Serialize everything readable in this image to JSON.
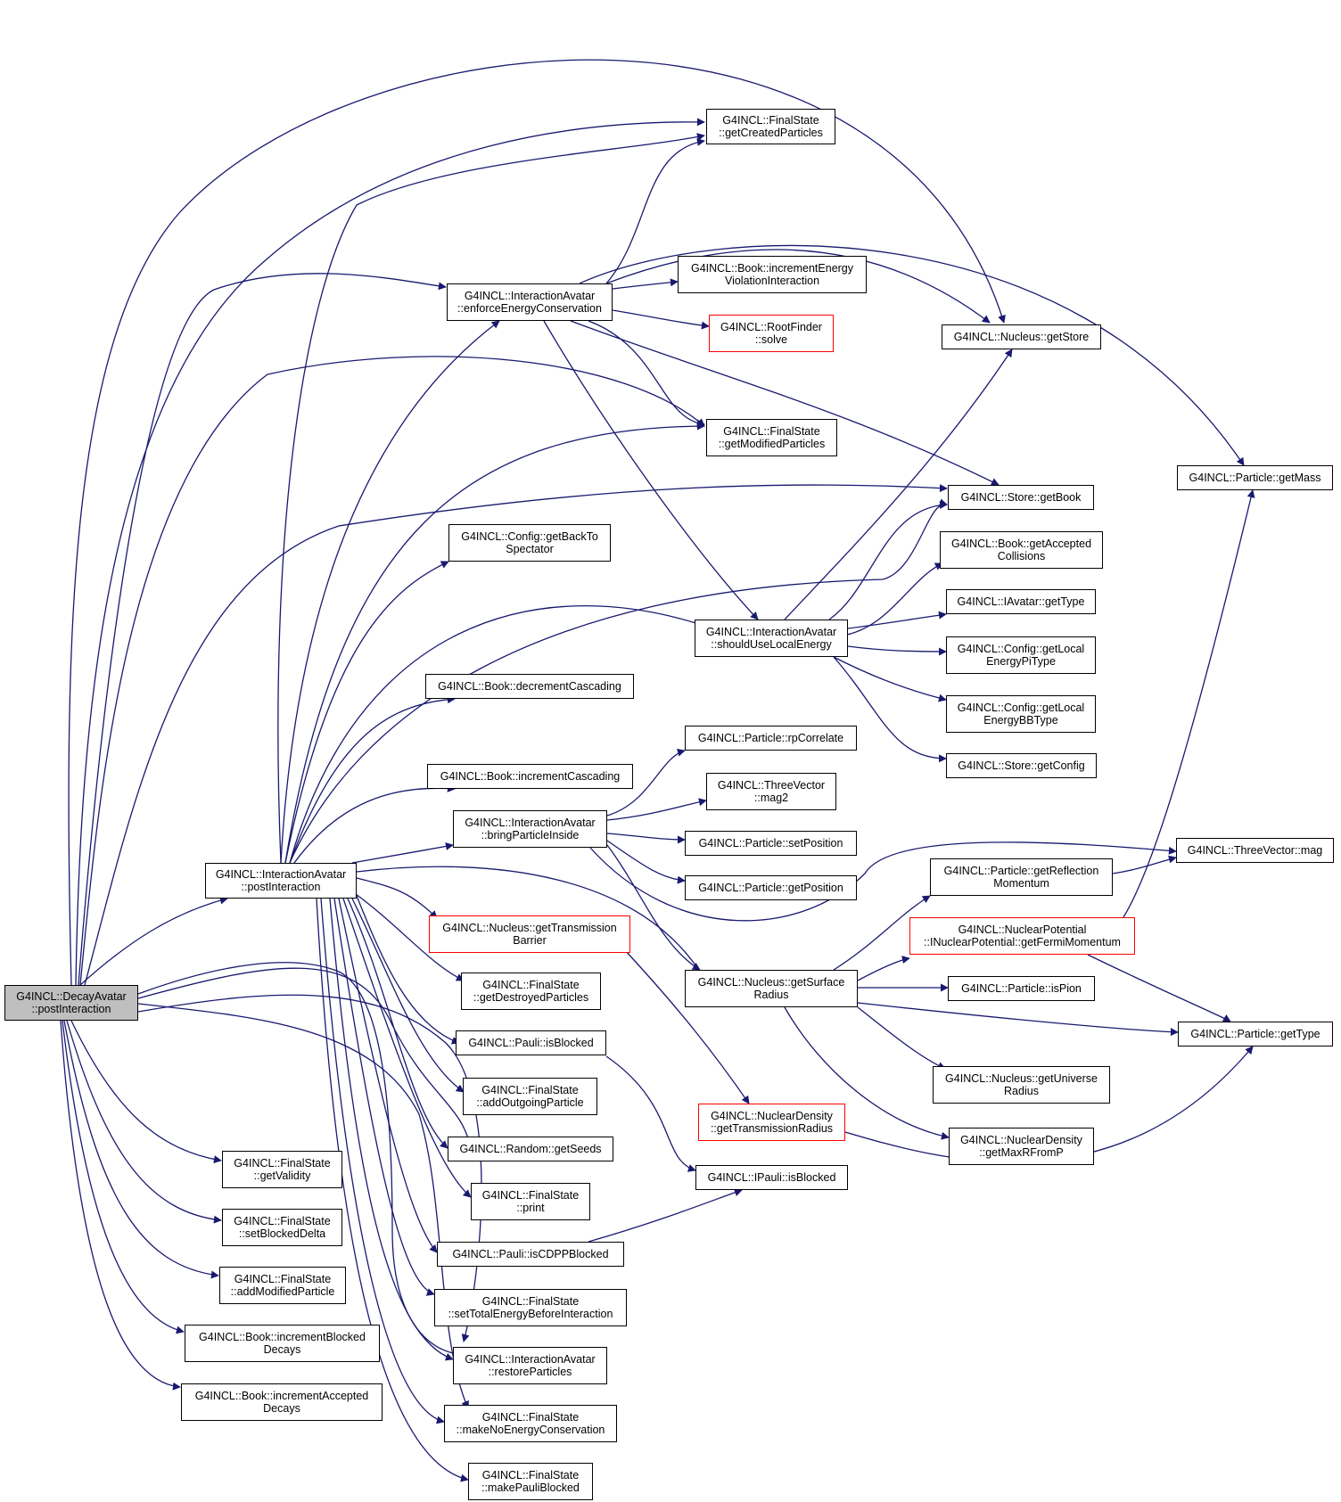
{
  "colors": {
    "edge": "#191970",
    "border": "#000000",
    "highlight_border": "#ff0000",
    "root_fill": "#bfbfbf"
  },
  "nodes": {
    "root": {
      "lines": [
        "G4INCL::DecayAvatar",
        "::postInteraction"
      ]
    },
    "post": {
      "lines": [
        "G4INCL::InteractionAvatar",
        "::postInteraction"
      ]
    },
    "created": {
      "lines": [
        "G4INCL::FinalState",
        "::getCreatedParticles"
      ]
    },
    "enforce": {
      "lines": [
        "G4INCL::InteractionAvatar",
        "::enforceEnergyConservation"
      ]
    },
    "bookviol": {
      "lines": [
        "G4INCL::Book::incrementEnergy",
        "ViolationInteraction"
      ]
    },
    "rootfinder": {
      "lines": [
        "G4INCL::RootFinder",
        "::solve"
      ]
    },
    "nucstore": {
      "lines": [
        "G4INCL::Nucleus::getStore"
      ]
    },
    "modified": {
      "lines": [
        "G4INCL::FinalState",
        "::getModifiedParticles"
      ]
    },
    "storebook": {
      "lines": [
        "G4INCL::Store::getBook"
      ]
    },
    "mass": {
      "lines": [
        "G4INCL::Particle::getMass"
      ]
    },
    "backto": {
      "lines": [
        "G4INCL::Config::getBackTo",
        "Spectator"
      ]
    },
    "accepted": {
      "lines": [
        "G4INCL::Book::getAccepted",
        "Collisions"
      ]
    },
    "avtype": {
      "lines": [
        "G4INCL::IAvatar::getType"
      ]
    },
    "shoulduse": {
      "lines": [
        "G4INCL::InteractionAvatar",
        "::shouldUseLocalEnergy"
      ]
    },
    "localpi": {
      "lines": [
        "G4INCL::Config::getLocal",
        "EnergyPiType"
      ]
    },
    "deccasc": {
      "lines": [
        "G4INCL::Book::decrementCascading"
      ]
    },
    "localbb": {
      "lines": [
        "G4INCL::Config::getLocal",
        "EnergyBBType"
      ]
    },
    "rpcorr": {
      "lines": [
        "G4INCL::Particle::rpCorrelate"
      ]
    },
    "getconfig": {
      "lines": [
        "G4INCL::Store::getConfig"
      ]
    },
    "inccasc": {
      "lines": [
        "G4INCL::Book::incrementCascading"
      ]
    },
    "mag2": {
      "lines": [
        "G4INCL::ThreeVector",
        "::mag2"
      ]
    },
    "bring": {
      "lines": [
        "G4INCL::InteractionAvatar",
        "::bringParticleInside"
      ]
    },
    "setpos": {
      "lines": [
        "G4INCL::Particle::setPosition"
      ]
    },
    "mag": {
      "lines": [
        "G4INCL::ThreeVector::mag"
      ]
    },
    "reflmom": {
      "lines": [
        "G4INCL::Particle::getReflection",
        "Momentum"
      ]
    },
    "getpos": {
      "lines": [
        "G4INCL::Particle::getPosition"
      ]
    },
    "transbar": {
      "lines": [
        "G4INCL::Nucleus::getTransmission",
        "Barrier"
      ]
    },
    "fermi": {
      "lines": [
        "G4INCL::NuclearPotential",
        "::INuclearPotential::getFermiMomentum"
      ]
    },
    "destroyed": {
      "lines": [
        "G4INCL::FinalState",
        "::getDestroyedParticles"
      ]
    },
    "surfrad": {
      "lines": [
        "G4INCL::Nucleus::getSurface",
        "Radius"
      ]
    },
    "ispion": {
      "lines": [
        "G4INCL::Particle::isPion"
      ]
    },
    "pauliblk": {
      "lines": [
        "G4INCL::Pauli::isBlocked"
      ]
    },
    "ptype": {
      "lines": [
        "G4INCL::Particle::getType"
      ]
    },
    "addout": {
      "lines": [
        "G4INCL::FinalState",
        "::addOutgoingParticle"
      ]
    },
    "univrad": {
      "lines": [
        "G4INCL::Nucleus::getUniverse",
        "Radius"
      ]
    },
    "transrad": {
      "lines": [
        "G4INCL::NuclearDensity",
        "::getTransmissionRadius"
      ]
    },
    "maxrf": {
      "lines": [
        "G4INCL::NuclearDensity",
        "::getMaxRFromP"
      ]
    },
    "seeds": {
      "lines": [
        "G4INCL::Random::getSeeds"
      ]
    },
    "validity": {
      "lines": [
        "G4INCL::FinalState",
        "::getValidity"
      ]
    },
    "ipauli": {
      "lines": [
        "G4INCL::IPauli::isBlocked"
      ]
    },
    "print": {
      "lines": [
        "G4INCL::FinalState",
        "::print"
      ]
    },
    "setblk": {
      "lines": [
        "G4INCL::FinalState",
        "::setBlockedDelta"
      ]
    },
    "cdpp": {
      "lines": [
        "G4INCL::Pauli::isCDPPBlocked"
      ]
    },
    "addmod": {
      "lines": [
        "G4INCL::FinalState",
        "::addModifiedParticle"
      ]
    },
    "settot": {
      "lines": [
        "G4INCL::FinalState",
        "::setTotalEnergyBeforeInteraction"
      ]
    },
    "incblk": {
      "lines": [
        "G4INCL::Book::incrementBlocked",
        "Decays"
      ]
    },
    "restore": {
      "lines": [
        "G4INCL::InteractionAvatar",
        "::restoreParticles"
      ]
    },
    "incacc": {
      "lines": [
        "G4INCL::Book::incrementAccepted",
        "Decays"
      ]
    },
    "nocons": {
      "lines": [
        "G4INCL::FinalState",
        "::makeNoEnergyConservation"
      ]
    },
    "pauliblocked": {
      "lines": [
        "G4INCL::FinalState",
        "::makePauliBlocked"
      ]
    }
  }
}
